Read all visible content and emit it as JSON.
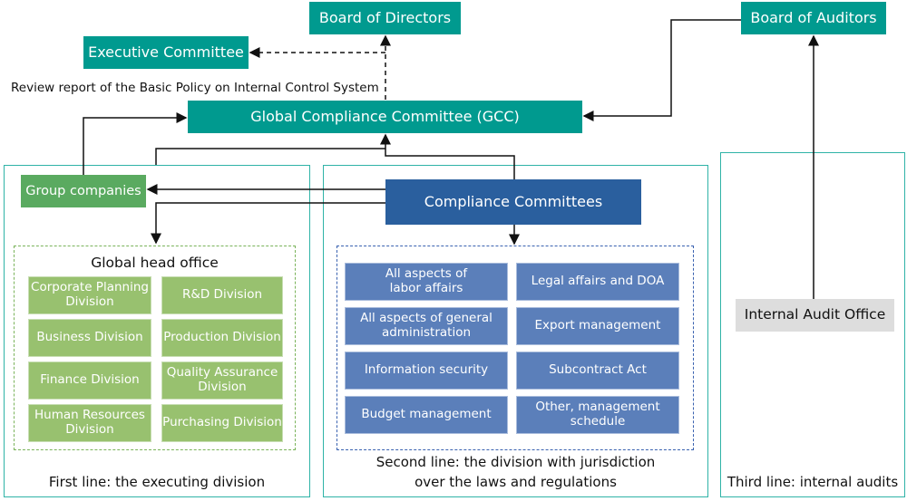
{
  "board_of_directors": "Board of Directors",
  "executive_committee": "Executive Committee",
  "review_report": "Review report of the Basic Policy on Internal Control System",
  "gcc": "Global Compliance Committee (GCC)",
  "board_of_auditors": "Board of Auditors",
  "group_companies": "Group companies",
  "compliance_committees": "Compliance Committees",
  "global_head_office": {
    "title": "Global head office",
    "divisions": [
      "Corporate Planning Division",
      "R&D Division",
      "Business Division",
      "Production Division",
      "Finance Division",
      "Quality Assurance Division",
      "Human Resources Division",
      "Purchasing Division"
    ]
  },
  "second_line_items": [
    "All aspects of labor affairs",
    "Legal affairs and DOA",
    "All aspects of general administration",
    "Export management",
    "Information security",
    "Subcontract Act",
    "Budget management",
    "Other, management schedule"
  ],
  "internal_audit_office": "Internal Audit Office",
  "captions": {
    "first": "First line: the executing division",
    "second_1": "Second line: the division with jurisdiction",
    "second_2": "over the laws and regulations",
    "third": "Third line: internal audits"
  },
  "colors": {
    "teal": "#009a8f",
    "group_green": "#5aaa60",
    "division_green": "#98c16f",
    "committee_blue": "#2a5f9e",
    "item_blue": "#5b7fba",
    "audit_gray": "#dddddd"
  }
}
